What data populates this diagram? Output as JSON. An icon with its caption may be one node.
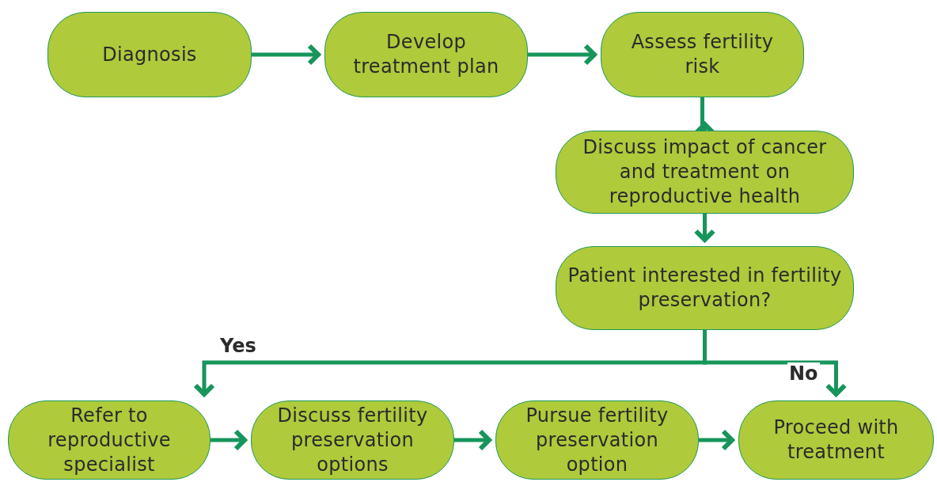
{
  "diagram": {
    "nodes": [
      {
        "text": [
          "Diagnosis"
        ]
      },
      {
        "text": [
          "Develop treatment plan"
        ]
      },
      {
        "text": [
          "Assess fertility risk"
        ]
      },
      {
        "text": [
          "Discuss impact of cancer and treatment on reproductive health"
        ]
      },
      {
        "text": [
          "Patient interested in fertility preservation?"
        ]
      },
      {
        "text": [
          "Refer to reproductive specialist"
        ]
      },
      {
        "text": [
          "Discuss fertility preservation options"
        ]
      },
      {
        "text": [
          "Pursue fertility preservation option"
        ]
      },
      {
        "text": [
          "Proceed with treatment"
        ]
      }
    ],
    "edges": [
      {
        "from": 0,
        "to": 1,
        "arrow": "to"
      },
      {
        "from": 1,
        "to": 2,
        "arrow": "to"
      },
      {
        "from": 2,
        "to": 3,
        "arrow": "to"
      },
      {
        "from": 3,
        "to": 4,
        "arrow": "to"
      },
      {
        "from": 4,
        "to": 5,
        "arrow": "to",
        "label": "Yes"
      },
      {
        "from": 4,
        "to": 8,
        "arrow": "to",
        "label": "No"
      },
      {
        "from": 5,
        "to": 6,
        "arrow": "to"
      },
      {
        "from": 6,
        "to": 7,
        "arrow": "to"
      },
      {
        "from": 7,
        "to": 8,
        "arrow": "to"
      }
    ]
  }
}
